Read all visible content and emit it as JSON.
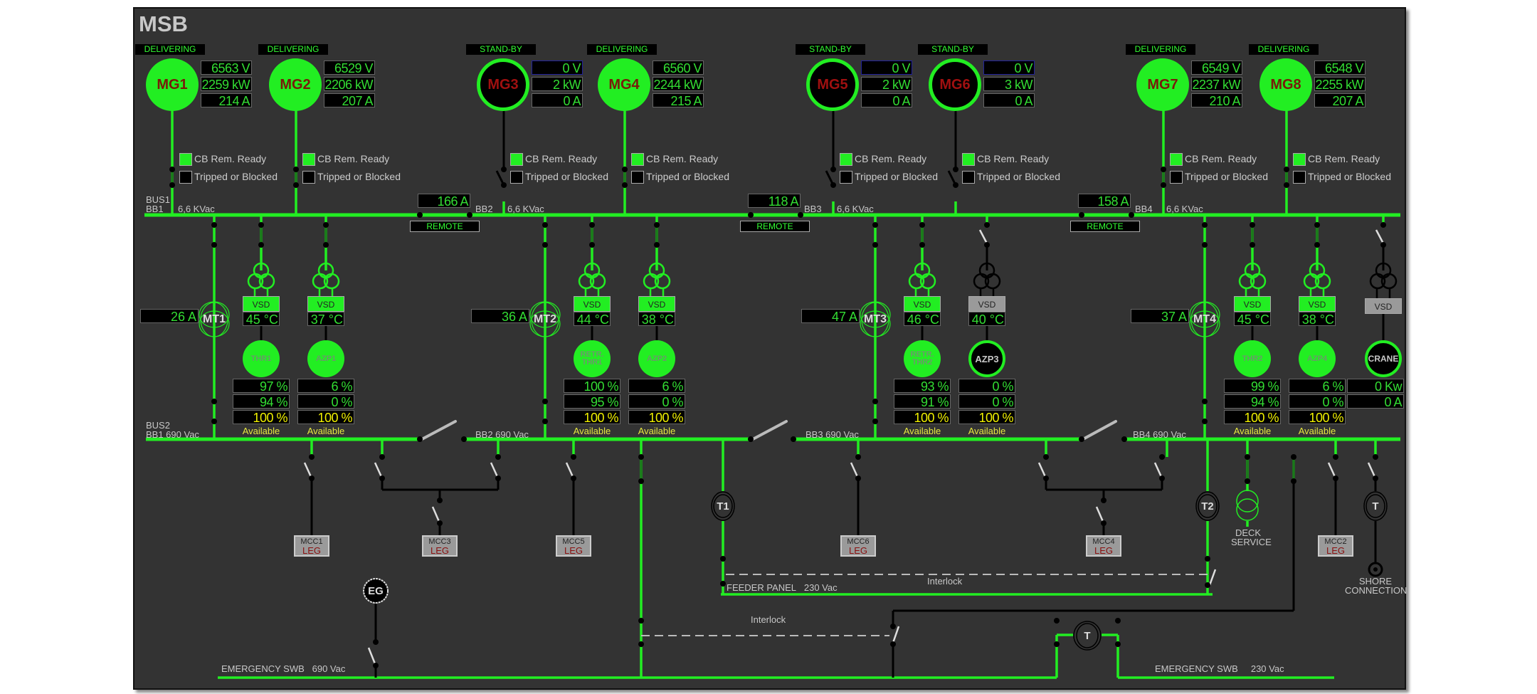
{
  "title": "MSB",
  "generators": [
    {
      "id": "MG1",
      "status": "DELIVERING",
      "on": true,
      "voltage": "6563 V",
      "power": "2259 kW",
      "current": "214 A"
    },
    {
      "id": "MG2",
      "status": "DELIVERING",
      "on": true,
      "voltage": "6529 V",
      "power": "2206 kW",
      "current": "207 A"
    },
    {
      "id": "MG3",
      "status": "STAND-BY",
      "on": false,
      "voltage": "0 V",
      "power": "2 kW",
      "current": "0 A"
    },
    {
      "id": "MG4",
      "status": "DELIVERING",
      "on": true,
      "voltage": "6560 V",
      "power": "2244 kW",
      "current": "215 A"
    },
    {
      "id": "MG5",
      "status": "STAND-BY",
      "on": false,
      "voltage": "0 V",
      "power": "2 kW",
      "current": "0 A"
    },
    {
      "id": "MG6",
      "status": "STAND-BY",
      "on": false,
      "voltage": "0 V",
      "power": "3 kW",
      "current": "0 A"
    },
    {
      "id": "MG7",
      "status": "DELIVERING",
      "on": true,
      "voltage": "6549 V",
      "power": "2237 kW",
      "current": "210 A"
    },
    {
      "id": "MG8",
      "status": "DELIVERING",
      "on": true,
      "voltage": "6548 V",
      "power": "2255 kW",
      "current": "207 A"
    }
  ],
  "cb_labels": {
    "ready": "CB Rem. Ready",
    "tripped": "Tripped or Blocked"
  },
  "bus1": {
    "bus_label": "BUS1",
    "sections": [
      {
        "name": "BB1",
        "voltage": "6,6 KVac"
      },
      {
        "name": "BB2",
        "voltage": "6,6 KVac"
      },
      {
        "name": "BB3",
        "voltage": "6,6 KVac"
      },
      {
        "name": "BB4",
        "voltage": "6,6 KVac"
      }
    ],
    "ties": [
      {
        "current": "166 A",
        "mode": "REMOTE"
      },
      {
        "current": "118 A",
        "mode": "REMOTE"
      },
      {
        "current": "158 A",
        "mode": "REMOTE"
      }
    ]
  },
  "main_transformers": [
    {
      "id": "MT1",
      "current": "26 A"
    },
    {
      "id": "MT2",
      "current": "36 A"
    },
    {
      "id": "MT3",
      "current": "47 A"
    },
    {
      "id": "MT4",
      "current": "37 A"
    }
  ],
  "drives": [
    {
      "motor": "THR1",
      "vsd": "VSD",
      "vsd_on": true,
      "temp": "45 °C",
      "on": true,
      "v1": "97 %",
      "v2": "94 %",
      "v3": "100 %",
      "state": "Available"
    },
    {
      "motor": "AZP1",
      "vsd": "VSD",
      "vsd_on": true,
      "temp": "37 °C",
      "on": true,
      "v1": "6 %",
      "v2": "0 %",
      "v3": "100 %",
      "state": "Available"
    },
    {
      "motor": "RETR. THR1",
      "vsd": "VSD",
      "vsd_on": true,
      "temp": "44 °C",
      "on": true,
      "v1": "100 %",
      "v2": "95 %",
      "v3": "100 %",
      "state": "Available"
    },
    {
      "motor": "AZP2",
      "vsd": "VSD",
      "vsd_on": true,
      "temp": "38 °C",
      "on": true,
      "v1": "6 %",
      "v2": "0 %",
      "v3": "100 %",
      "state": "Available"
    },
    {
      "motor": "RETR. THR2",
      "vsd": "VSD",
      "vsd_on": true,
      "temp": "46 °C",
      "on": true,
      "v1": "93 %",
      "v2": "91 %",
      "v3": "100 %",
      "state": "Available"
    },
    {
      "motor": "AZP3",
      "vsd": "VSD",
      "vsd_on": false,
      "temp": "40 °C",
      "on": false,
      "v1": "0 %",
      "v2": "0 %",
      "v3": "100 %",
      "state": "Available"
    },
    {
      "motor": "THR2",
      "vsd": "VSD",
      "vsd_on": true,
      "temp": "45 °C",
      "on": true,
      "v1": "99 %",
      "v2": "94 %",
      "v3": "100 %",
      "state": "Available"
    },
    {
      "motor": "AZP4",
      "vsd": "VSD",
      "vsd_on": true,
      "temp": "38 °C",
      "on": true,
      "v1": "6 %",
      "v2": "0 %",
      "v3": "100 %",
      "state": "Available"
    }
  ],
  "crane": {
    "motor": "CRANE",
    "vsd": "VSD",
    "power": "0 Kw",
    "current": "0 A"
  },
  "bus2": {
    "bus_label": "BUS2",
    "sections": [
      {
        "name": "BB1 690 Vac"
      },
      {
        "name": "BB2 690 Vac"
      },
      {
        "name": "BB3 690 Vac"
      },
      {
        "name": "BB4 690 Vac"
      }
    ]
  },
  "mccs": [
    {
      "id": "MCC1",
      "mode": "LEG"
    },
    {
      "id": "MCC3",
      "mode": "LEG"
    },
    {
      "id": "MCC5",
      "mode": "LEG"
    },
    {
      "id": "MCC6",
      "mode": "LEG"
    },
    {
      "id": "MCC4",
      "mode": "LEG"
    },
    {
      "id": "MCC2",
      "mode": "LEG"
    }
  ],
  "transformers": {
    "t1": "T1",
    "t2": "T2",
    "shore": "T",
    "emergency": "T"
  },
  "deck_service": {
    "line1": "DECK",
    "line2": "SERVICE"
  },
  "shore": {
    "line1": "SHORE",
    "line2": "CONNECTION"
  },
  "feeder_panel": {
    "label": "FEEDER PANEL",
    "voltage": "230 Vac"
  },
  "interlock_label": "Interlock",
  "emergency_gen": "EG",
  "emergency_690": {
    "label": "EMERGENCY SWB",
    "voltage": "690 Vac"
  },
  "emergency_230": {
    "label": "EMERGENCY SWB",
    "voltage": "230 Vac"
  },
  "colors": {
    "energized": "#22ee22",
    "deenergized": "#000000",
    "panel": "#333333",
    "value_text": "#33dd33",
    "available": "#e8e840"
  }
}
